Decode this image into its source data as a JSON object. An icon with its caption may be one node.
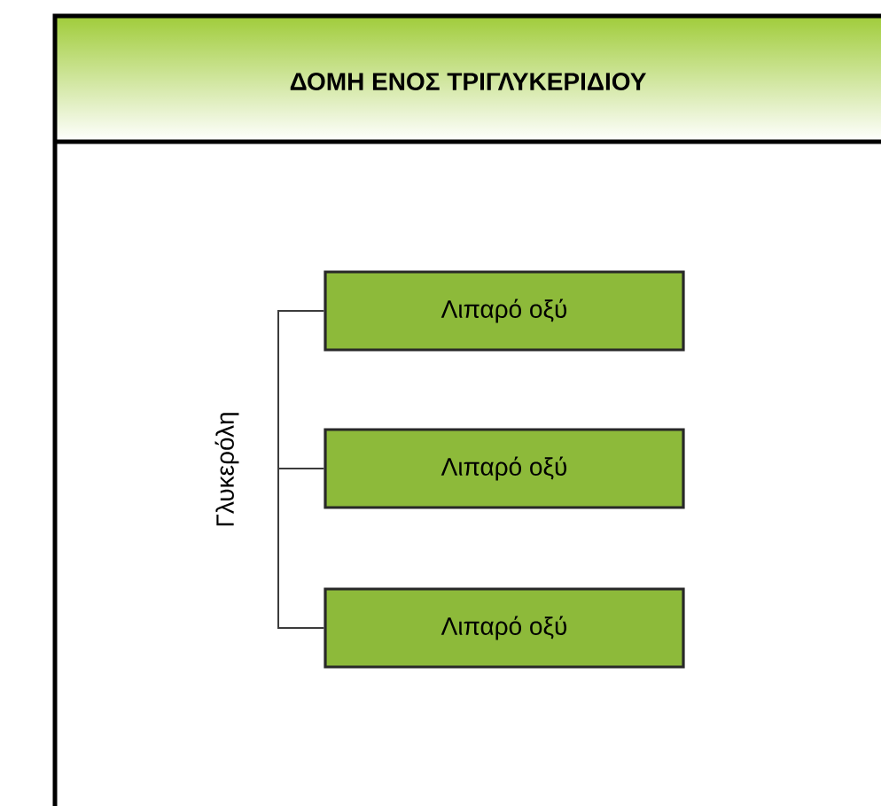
{
  "diagram": {
    "title": "ΔΟΜΗ ΕΝΟΣ ΤΡΙΓΛΥΚΕΡΙΔΙΟΥ",
    "nodes": [
      {
        "text": [
          "Γλυκερόλη"
        ]
      },
      {
        "text": [
          "Λιπαρό οξύ"
        ]
      },
      {
        "text": [
          "Λιπαρό οξύ"
        ]
      },
      {
        "text": [
          "Λιπαρό οξύ"
        ]
      }
    ],
    "edges": [
      {
        "from": 0,
        "to": 1,
        "arrow": "none"
      },
      {
        "from": 0,
        "to": 2,
        "arrow": "none"
      },
      {
        "from": 0,
        "to": 3,
        "arrow": "none"
      }
    ]
  }
}
